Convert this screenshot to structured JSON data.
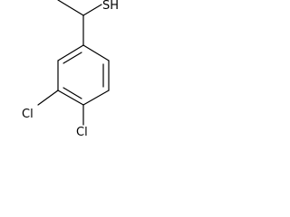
{
  "molecule": {
    "atoms": {
      "thiol": "SH",
      "chloro_3": "Cl",
      "chloro_4": "Cl"
    },
    "colors": {
      "bond": "#000000",
      "label": "#000000",
      "background": "#ffffff"
    }
  }
}
